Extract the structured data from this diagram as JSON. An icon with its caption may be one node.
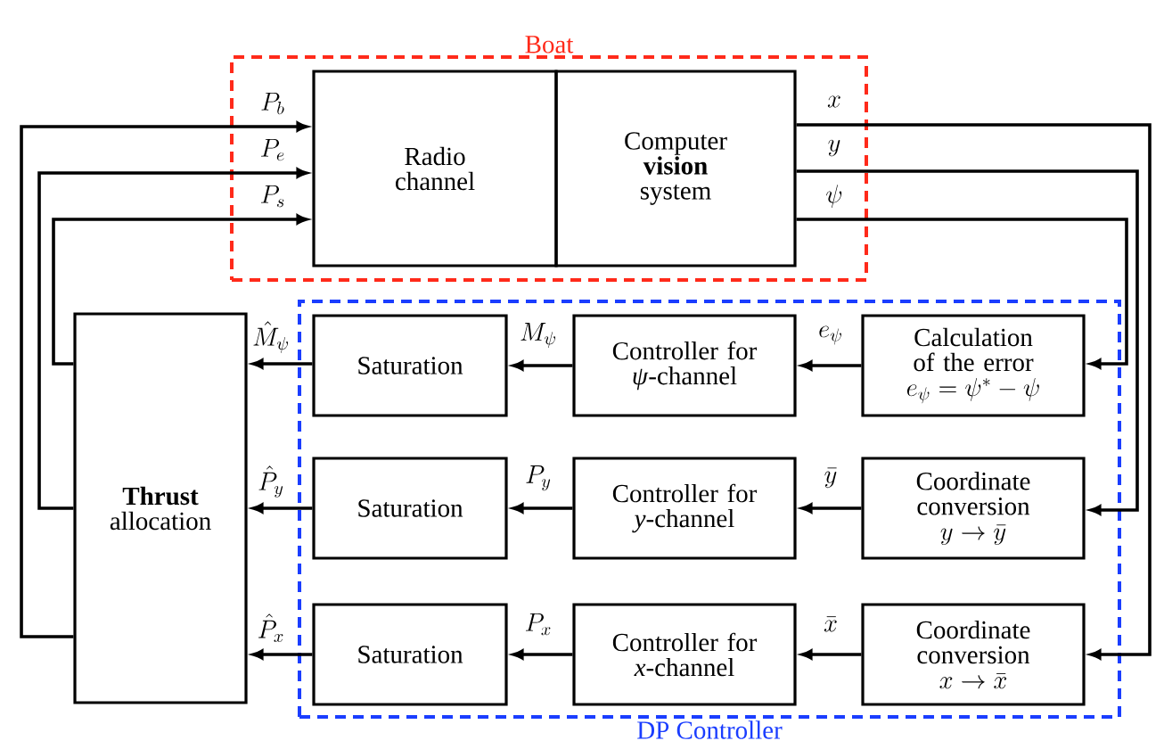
{
  "diagram": {
    "nodes": [
      {
        "text": [
          "Boat"
        ]
      },
      {
        "text": [
          "Radio channel"
        ],
        "in": 0
      },
      {
        "text": [
          "Computer **vision** system"
        ],
        "in": 0
      },
      {
        "text": [
          "DP Controller"
        ]
      },
      {
        "text": [
          "**Thrust** allocation"
        ]
      },
      {
        "text": [
          "Saturation"
        ],
        "in": 3
      },
      {
        "text": [
          "Controller for *ψ*-channel"
        ],
        "in": 3
      },
      {
        "text": [
          "Calculation of the error",
          "e_{\\psi} = \\psi^{*} - \\psi"
        ],
        "in": 3
      },
      {
        "text": [
          "Saturation"
        ],
        "in": 3
      },
      {
        "text": [
          "Controller for *y*-channel"
        ],
        "in": 3
      },
      {
        "text": [
          "Coordinate conversion",
          "y \\rightarrow \\bar{y}"
        ],
        "in": 3
      },
      {
        "text": [
          "Saturation"
        ],
        "in": 3
      },
      {
        "text": [
          "Controller for *x*-channel"
        ],
        "in": 3
      },
      {
        "text": [
          "Coordinate conversion",
          "x \\rightarrow \\bar{x}"
        ],
        "in": 3
      }
    ],
    "edges": [
      {
        "from": 4,
        "to": 1,
        "arrow": "to",
        "label": "P_{b}"
      },
      {
        "from": 4,
        "to": 1,
        "arrow": "to",
        "label": "P_{e}"
      },
      {
        "from": 4,
        "to": 1,
        "arrow": "to",
        "label": "P_{s}"
      },
      {
        "from": 2,
        "to": 13,
        "arrow": "to",
        "label": "x"
      },
      {
        "from": 2,
        "to": 10,
        "arrow": "to",
        "label": "y"
      },
      {
        "from": 2,
        "to": 7,
        "arrow": "to",
        "label": "\\psi"
      },
      {
        "from": 7,
        "to": 6,
        "arrow": "to",
        "label": "e_{\\psi}"
      },
      {
        "from": 6,
        "to": 5,
        "arrow": "to",
        "label": "M_{\\psi}"
      },
      {
        "from": 5,
        "to": 4,
        "arrow": "to",
        "label": "\\hat{M}_{\\psi}"
      },
      {
        "from": 10,
        "to": 9,
        "arrow": "to",
        "label": "\\bar{y}"
      },
      {
        "from": 9,
        "to": 8,
        "arrow": "to",
        "label": "P_{y}"
      },
      {
        "from": 8,
        "to": 4,
        "arrow": "to",
        "label": "\\hat{P}_{y}"
      },
      {
        "from": 13,
        "to": 12,
        "arrow": "to",
        "label": "\\bar{x}"
      },
      {
        "from": 12,
        "to": 11,
        "arrow": "to",
        "label": "P_{x}"
      },
      {
        "from": 11,
        "to": 4,
        "arrow": "to",
        "label": "\\hat{P}_{x}"
      }
    ]
  }
}
